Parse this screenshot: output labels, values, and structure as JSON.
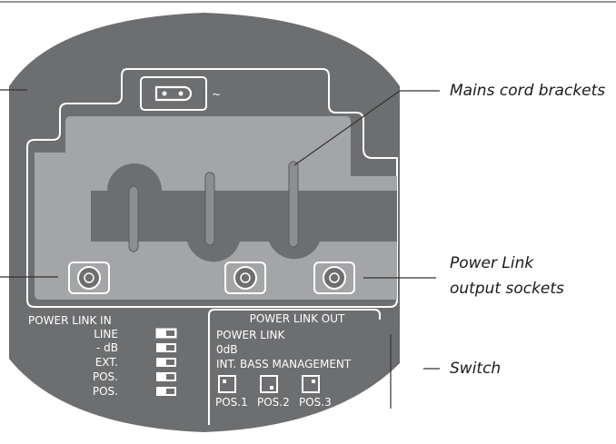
{
  "callouts": {
    "mains_cord_brackets": "Mains cord brackets",
    "power_link_output_line1": "Power Link",
    "power_link_output_line2": "output sockets",
    "switch": "Switch"
  },
  "panel": {
    "tilde": "~",
    "power_link_in": {
      "heading": "POWER LINK IN",
      "labels": [
        "LINE",
        "- dB",
        "EXT.",
        "POS.",
        "POS."
      ]
    },
    "power_link_out": {
      "heading": "POWER LINK OUT",
      "lines": [
        "POWER LINK",
        "0dB",
        "INT. BASS MANAGEMENT"
      ],
      "positions": [
        "POS.1",
        "POS.2",
        "POS.3"
      ]
    }
  },
  "colors": {
    "panel_dark": "#6d6e70",
    "panel_light": "#a4a5a7",
    "slot_dark": "#5d5e60",
    "outline": "#ffffff",
    "leader": "#333333"
  }
}
